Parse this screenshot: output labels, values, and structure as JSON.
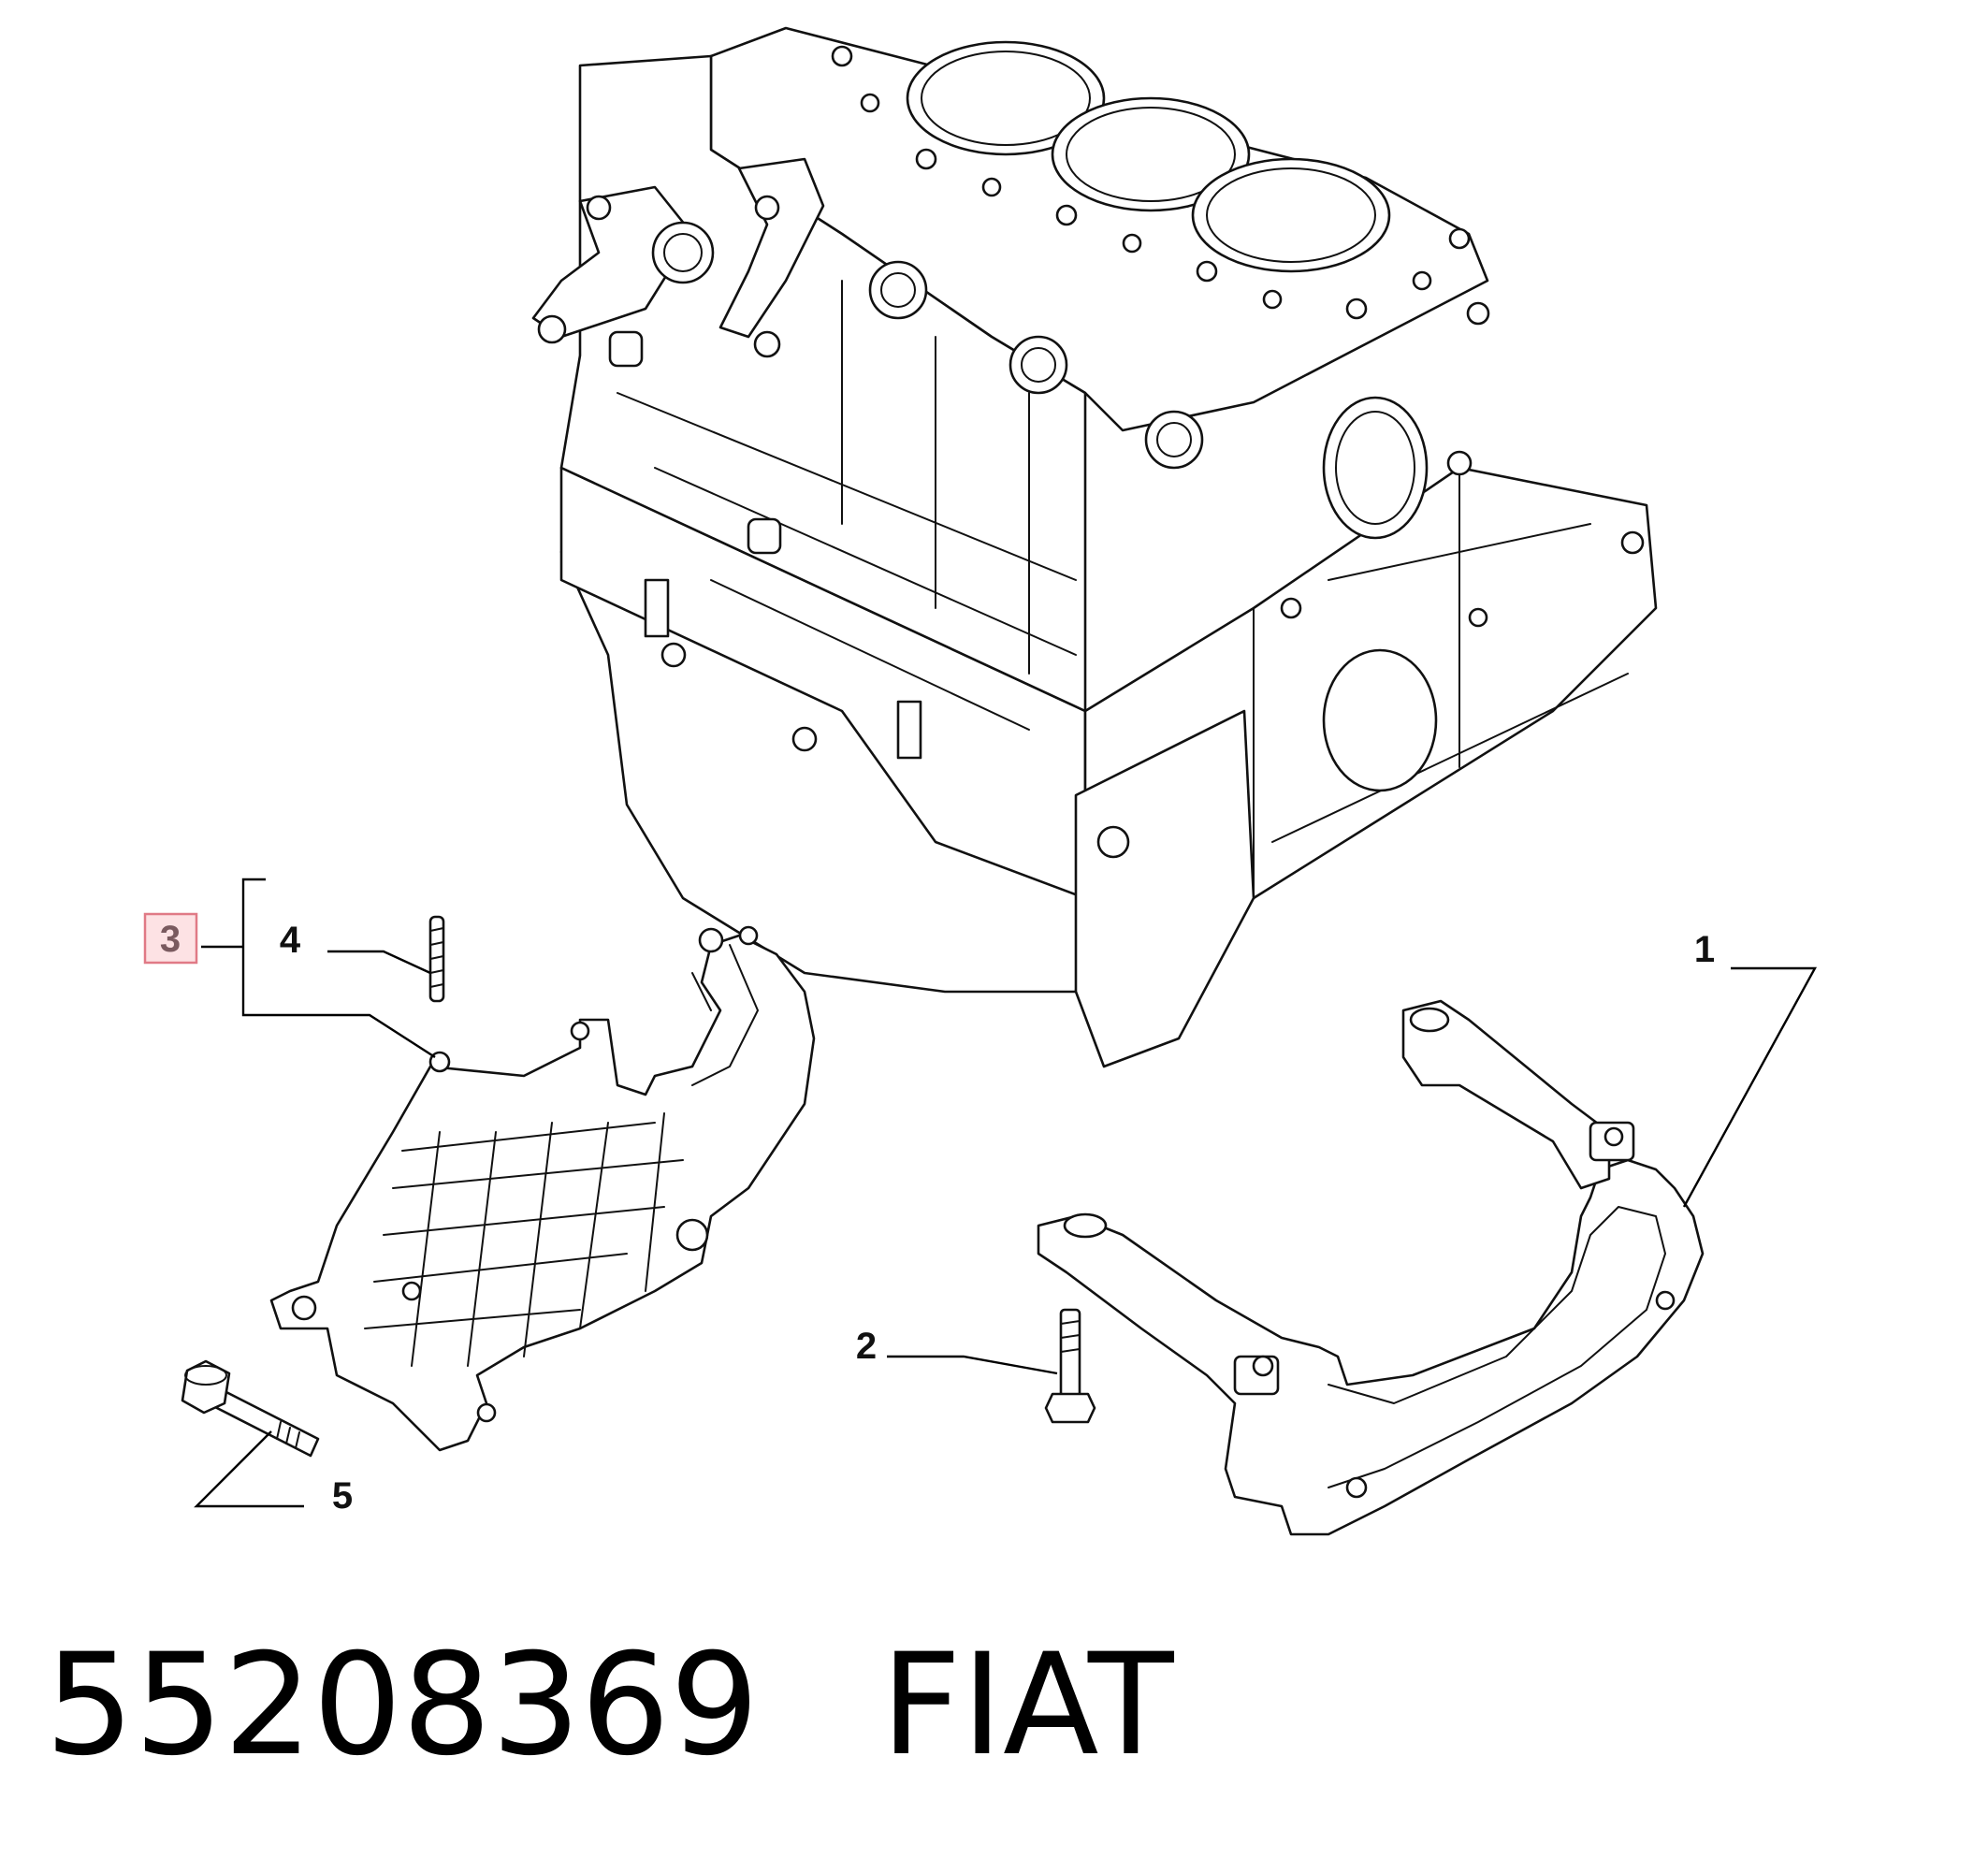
{
  "diagram": {
    "callouts": [
      {
        "id": "1",
        "label": "1"
      },
      {
        "id": "2",
        "label": "2"
      },
      {
        "id": "3",
        "label": "3",
        "highlighted": true
      },
      {
        "id": "4",
        "label": "4"
      },
      {
        "id": "5",
        "label": "5"
      }
    ],
    "highlight_color": "#fde2e4",
    "highlight_border": "#e07a86"
  },
  "caption": {
    "part_number": "55208369",
    "brand": "FIAT"
  }
}
